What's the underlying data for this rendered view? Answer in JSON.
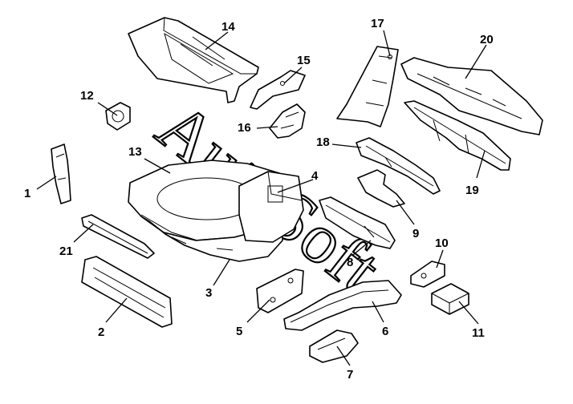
{
  "watermark": "AutoSoft",
  "callouts": [
    "1",
    "2",
    "3",
    "4",
    "5",
    "6",
    "7",
    "8",
    "9",
    "10",
    "11",
    "12",
    "13",
    "14",
    "15",
    "16",
    "17",
    "18",
    "19",
    "20",
    "21"
  ]
}
